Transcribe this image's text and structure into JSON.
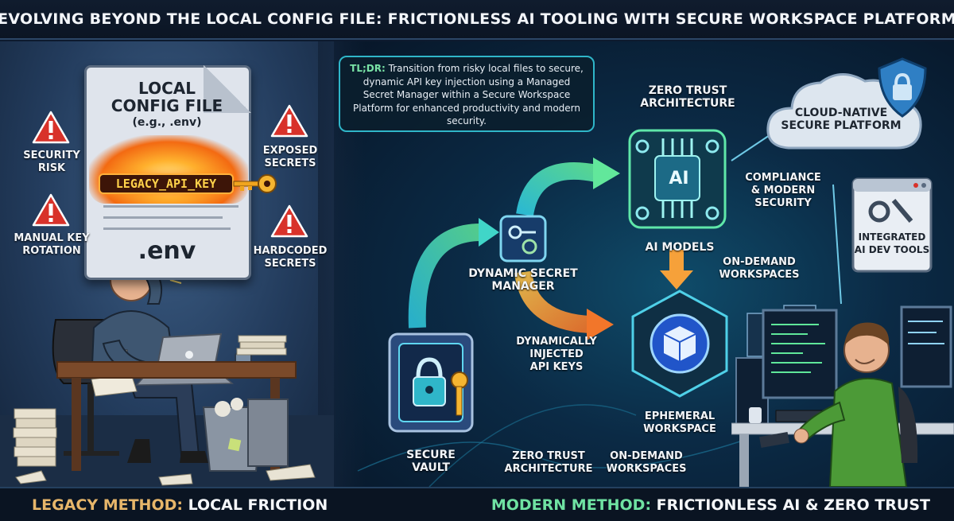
{
  "title": "EVOLVING BEYOND THE LOCAL CONFIG FILE: FRICTIONLESS AI TOOLING WITH SECURE WORKSPACE PLATFORM",
  "legacy": {
    "config_title_1": "LOCAL",
    "config_title_2": "CONFIG FILE",
    "config_sub": "(e.g., .env)",
    "api_key": "LEGACY_API_KEY",
    "env": ".env",
    "warnings": {
      "security_risk_1": "SECURITY",
      "security_risk_2": "RISK",
      "manual_rotation_1": "MANUAL KEY",
      "manual_rotation_2": "ROTATION",
      "exposed_1": "EXPOSED",
      "exposed_2": "SECRETS",
      "hardcoded_1": "HARDCODED",
      "hardcoded_2": "SECRETS"
    },
    "warning_icon": "warning-triangle-icon"
  },
  "modern": {
    "tldr_label": "TL;DR:",
    "tldr_text": "Transition from risky local files to secure, dynamic API key injection using a Managed Secret Manager within a Secure Workspace Platform for enhanced productivity and modern security.",
    "zero_trust_top_1": "ZERO TRUST",
    "zero_trust_top_2": "ARCHITECTURE",
    "cloud_1": "CLOUD-NATIVE",
    "cloud_2": "SECURE PLATFORM",
    "ai_chip": "AI",
    "ai_models": "AI MODELS",
    "compliance_1": "COMPLIANCE",
    "compliance_2": "& MODERN",
    "compliance_3": "SECURITY",
    "tools_1": "INTEGRATED",
    "tools_2": "AI DEV TOOLS",
    "on_demand_top_1": "ON-DEMAND",
    "on_demand_top_2": "WORKSPACES",
    "secret_mgr_1": "DYNAMIC SECRET",
    "secret_mgr_2": "MANAGER",
    "injected_1": "DYNAMICALLY",
    "injected_2": "INJECTED",
    "injected_3": "API KEYS",
    "ephemeral_1": "EPHEMERAL",
    "ephemeral_2": "WORKSPACE",
    "vault_1": "SECURE",
    "vault_2": "VAULT",
    "zero_trust_bottom_1": "ZERO TRUST",
    "zero_trust_bottom_2": "ARCHITECTURE",
    "on_demand_bottom_1": "ON-DEMAND",
    "on_demand_bottom_2": "WORKSPACES"
  },
  "footer": {
    "legacy_prefix": "LEGACY METHOD:",
    "legacy_suffix": " LOCAL FRICTION",
    "modern_prefix": "MODERN METHOD:",
    "modern_suffix": " FRICTIONLESS AI & ZERO TRUST"
  },
  "colors": {
    "accent_green": "#6fe2a2",
    "accent_amber": "#e7b66a",
    "warning_red": "#d8322a",
    "fire_orange": "#f36a12",
    "flow_cyan": "#2fc8e0",
    "flow_orange": "#f4a13a"
  }
}
